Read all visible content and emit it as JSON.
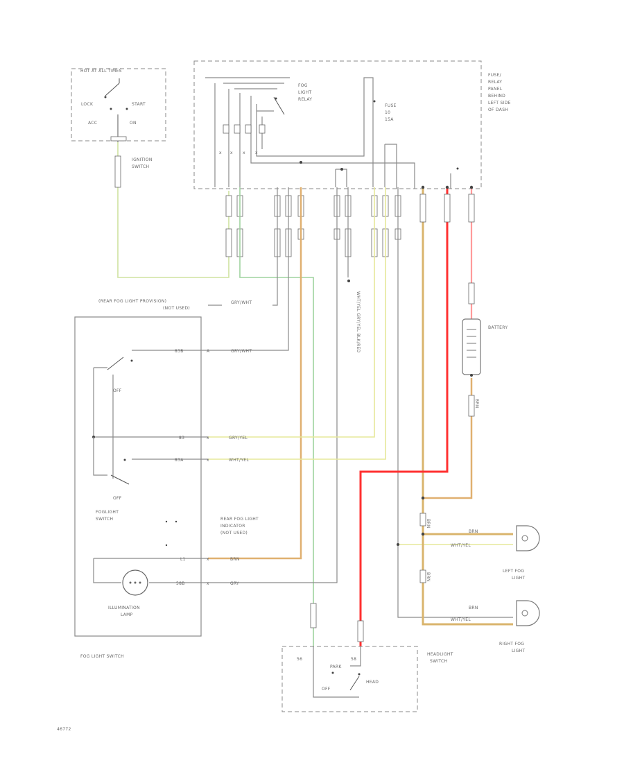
{
  "labels": {
    "ignition_top": "HOT AT ALL TIMES",
    "lock": "LOCK",
    "start": "START",
    "acc": "ACC",
    "on": "ON",
    "ignition_switch_1": "IGNITION",
    "ignition_switch_2": "SWITCH",
    "fog_relay_1": "FOG",
    "fog_relay_2": "LIGHT",
    "fog_relay_3": "RELAY",
    "fuse_1": "FUSE",
    "fuse_2": "10",
    "fuse_3": "15A",
    "fuse_relay_1": "FUSE/",
    "fuse_relay_2": "RELAY",
    "fuse_relay_3": "PANEL",
    "fuse_relay_4": "BEHIND",
    "fuse_relay_5": "LEFT SIDE",
    "fuse_relay_6": "OF DASH",
    "rear_fog_prov_1": "(REAR FOG LIGHT PROVISION)",
    "rear_fog_prov_2": "(NOT USED)",
    "wire_rear_prov": "GRY/WHT",
    "wire_57a_label": "GRY/WHT",
    "term_57a": "83B",
    "term_a": "A",
    "off_1": "OFF",
    "term_83": "83",
    "term_83a": "83A",
    "wire_gry_yel_1": "GRY/YEL",
    "wire_wht_yel_1": "WHT/YEL",
    "off_2": "OFF",
    "foglight_switch_1": "FOGLIGHT",
    "foglight_switch_2": "SWITCH",
    "rear_ind_1": "REAR FOG LIGHT",
    "rear_ind_2": "INDICATOR",
    "rear_ind_3": "(NOT USED)",
    "term_l1": "L1",
    "term_58b": "58B",
    "wire_brn_1": "BRN",
    "wire_gry_1": "GRY",
    "illum_1": "ILLUMINATION",
    "illum_2": "LAMP",
    "fog_switch_title": "FOG LIGHT SWITCH",
    "battery": "BATTERY",
    "wire_vertical_mid": "WHT/YEL GRY/YEL BLK/RED",
    "wire_brn_batt": "BRN",
    "wire_brn_left_fog": "BRN",
    "wire_whtyel_left_fog": "WHT/YEL",
    "left_fog_1": "LEFT FOG",
    "left_fog_2": "LIGHT",
    "wire_brn_right_fog": "BRN",
    "wire_whtyel_right_fog": "WHT/YEL",
    "right_fog_1": "RIGHT FOG",
    "right_fog_2": "LIGHT",
    "wire_brn_vert": "BRN",
    "wire_brn_vert2": "BRN",
    "headlight_1": "HEADLIGHT",
    "headlight_2": "SWITCH",
    "park": "PARK",
    "head": "HEAD",
    "off_3": "OFF",
    "term_56": "56",
    "term_58": "58",
    "footer_code": "46772"
  }
}
